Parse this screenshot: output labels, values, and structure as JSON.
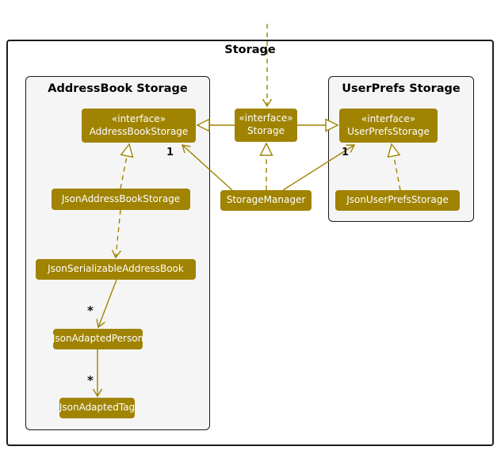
{
  "diagram": {
    "type": "uml-class-diagram",
    "frame": {
      "title": "Storage"
    },
    "containers": {
      "left": {
        "title": "AddressBook Storage"
      },
      "right": {
        "title": "UserPrefs Storage"
      }
    },
    "nodes": {
      "storage": {
        "stereotype": "«interface»",
        "name": "Storage"
      },
      "addressBookStorage": {
        "stereotype": "«interface»",
        "name": "AddressBookStorage"
      },
      "userPrefsStorage": {
        "stereotype": "«interface»",
        "name": "UserPrefsStorage"
      },
      "jsonAddressBookStorage": {
        "name": "JsonAddressBookStorage"
      },
      "storageManager": {
        "name": "StorageManager"
      },
      "jsonUserPrefsStorage": {
        "name": "JsonUserPrefsStorage"
      },
      "jsonSerializableAddressBook": {
        "name": "JsonSerializableAddressBook"
      },
      "jsonAdaptedPerson": {
        "name": "JsonAdaptedPerson"
      },
      "jsonAdaptedTag": {
        "name": "JsonAdaptedTag"
      }
    },
    "relationships": [
      {
        "from": "external",
        "to": "Storage",
        "type": "dashed-dependency-arrow"
      },
      {
        "from": "Storage",
        "to": "AddressBookStorage",
        "type": "extends"
      },
      {
        "from": "Storage",
        "to": "UserPrefsStorage",
        "type": "extends"
      },
      {
        "from": "StorageManager",
        "to": "Storage",
        "type": "implements"
      },
      {
        "from": "StorageManager",
        "to": "AddressBookStorage",
        "type": "association",
        "multiplicity": "1"
      },
      {
        "from": "StorageManager",
        "to": "UserPrefsStorage",
        "type": "association",
        "multiplicity": "1"
      },
      {
        "from": "JsonAddressBookStorage",
        "to": "AddressBookStorage",
        "type": "implements"
      },
      {
        "from": "JsonUserPrefsStorage",
        "to": "UserPrefsStorage",
        "type": "implements"
      },
      {
        "from": "JsonAddressBookStorage",
        "to": "JsonSerializableAddressBook",
        "type": "dependency"
      },
      {
        "from": "JsonSerializableAddressBook",
        "to": "JsonAdaptedPerson",
        "type": "association",
        "multiplicity": "*"
      },
      {
        "from": "JsonAdaptedPerson",
        "to": "JsonAdaptedTag",
        "type": "association",
        "multiplicity": "*"
      }
    ],
    "colors": {
      "accent": "#a08300",
      "node_fill": "#a08300",
      "node_text": "#ffffff",
      "container_fill": "#f5f5f5",
      "border": "#1a1a1a",
      "title_text": "#000000"
    }
  }
}
